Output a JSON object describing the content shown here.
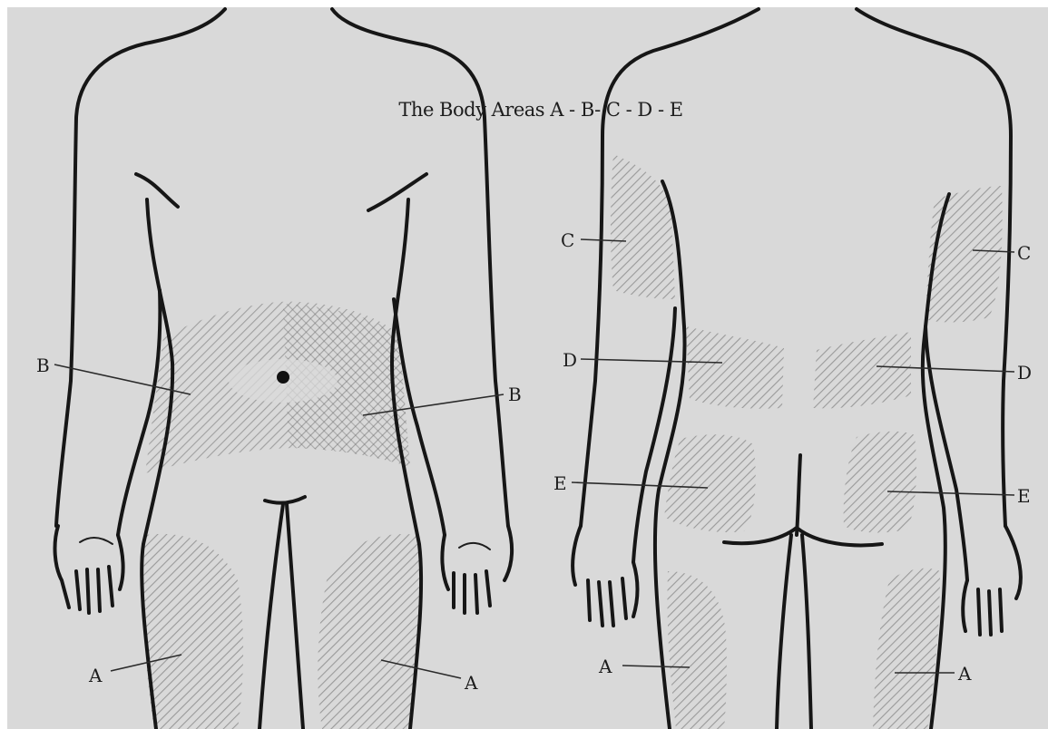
{
  "title": "The Body Areas A - B- C - D - E",
  "colors": {
    "paper": "#d9d9d9",
    "ink": "#161616",
    "hatch": "#6f6f6f"
  },
  "labels": {
    "front_b_left": "B",
    "front_b_right": "B",
    "front_a_left": "A",
    "front_a_right": "A",
    "back_c_left": "C",
    "back_c_right": "C",
    "back_d_left": "D",
    "back_d_right": "D",
    "back_e_left": "E",
    "back_e_right": "E",
    "back_a_left": "A",
    "back_a_right": "A"
  }
}
